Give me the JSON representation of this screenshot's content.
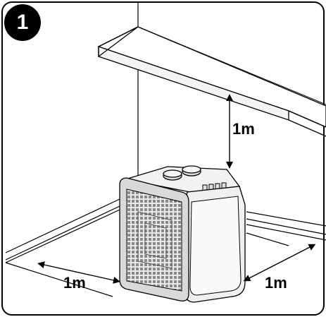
{
  "figure": {
    "step_number": "1",
    "labels": {
      "top_clearance": "1m",
      "left_clearance": "1m",
      "right_clearance": "1m"
    },
    "colors": {
      "line": "#000000",
      "heater_face": "#d9d9d9",
      "heater_side": "#f2f2f2",
      "badge": "#000000"
    }
  }
}
